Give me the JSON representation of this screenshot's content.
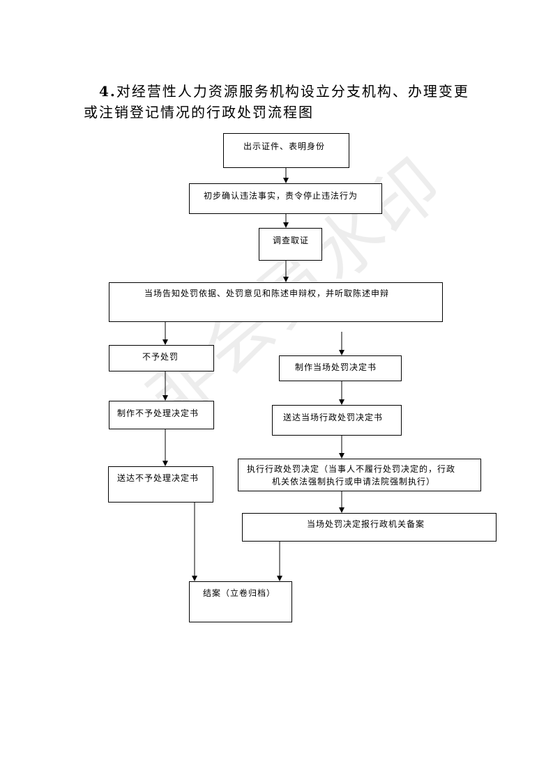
{
  "title": {
    "number": "4.",
    "line1": "对经营性人力资源服务机构设立分支机构、办理变更",
    "line2": "或注销登记情况的行政处罚流程图"
  },
  "watermark": "非会员水印",
  "nodes": {
    "show_id": "出示证件、表明身份",
    "confirm": "初步确认违法事实，责令停止违法行为",
    "investigate": "调查取证",
    "notify": "当场告知处罚依据、处罚意见和陈述申辩权，并听取陈述申辩",
    "no_penalty": "不予处罚",
    "make_penalty": "制作当场处罚决定书",
    "make_no_penalty": "制作不予处理决定书",
    "deliver_penalty": "送达当场行政处罚决定书",
    "execute_line1": "执行行政处罚决定（当事人不履行处罚决定的，行政",
    "execute_line2": "机关依法强制执行或申请法院强制执行）",
    "deliver_no_penalty": "送达不予处理决定书",
    "report": "当场处罚决定报行政机关备案",
    "close": "结案（立卷归档）"
  }
}
